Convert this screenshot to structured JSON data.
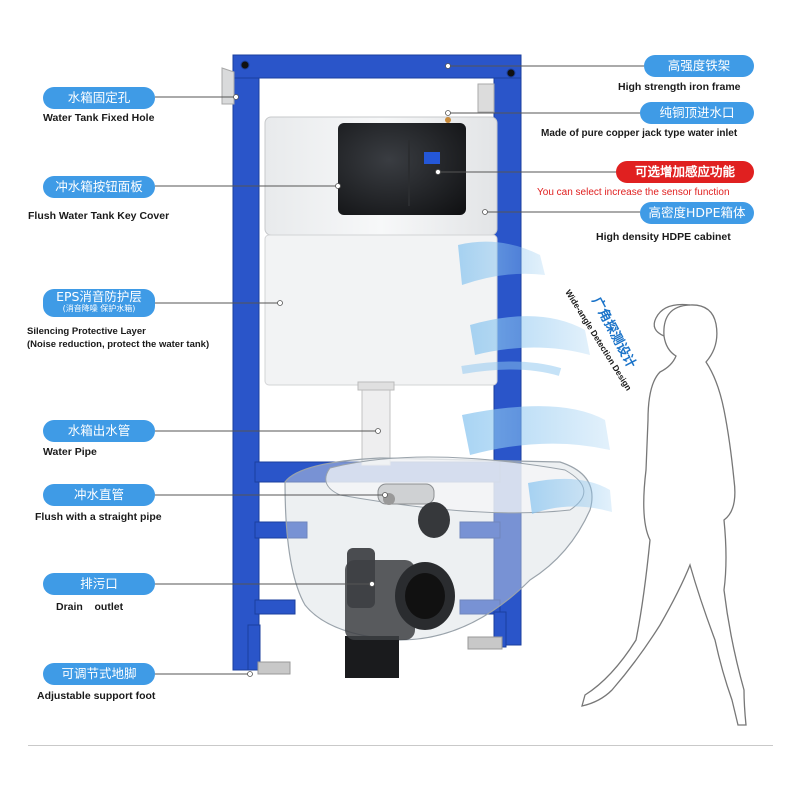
{
  "left_labels": [
    {
      "pill": "水箱固定孔",
      "caption": "Water Tank Fixed Hole"
    },
    {
      "pill": "冲水箱按钮面板",
      "caption": "Flush Water Tank Key Cover"
    },
    {
      "pill": "EPS消音防护层",
      "pill_sub": "(消音降噪 保护水箱)",
      "caption": "Silencing Protective Layer",
      "caption2": "(Noise reduction, protect the water tank)"
    },
    {
      "pill": "水箱出水管",
      "caption": "Water Pipe"
    },
    {
      "pill": "冲水直管",
      "caption": "Flush with a straight pipe"
    },
    {
      "pill": "排污口",
      "caption": "Drain    outlet"
    },
    {
      "pill": "可调节式地脚",
      "caption": "Adjustable support foot"
    }
  ],
  "right_labels": [
    {
      "pill": "高强度铁架",
      "caption": "High strength iron frame"
    },
    {
      "pill": "纯铜顶进水口",
      "caption": "Made of pure copper jack type water inlet"
    },
    {
      "pill": "可选增加感应功能",
      "caption": "You can select increase the sensor function",
      "highlight": true
    },
    {
      "pill": "高密度HDPE箱体",
      "caption": "High density HDPE cabinet"
    }
  ],
  "detection": {
    "chinese": "广角探测设计",
    "english": "Wide-angle Detection Design"
  },
  "colors": {
    "frame": "#2a55c9",
    "pill": "#3f9be6",
    "highlight": "#e02020",
    "wave": "#8cc6f0"
  }
}
